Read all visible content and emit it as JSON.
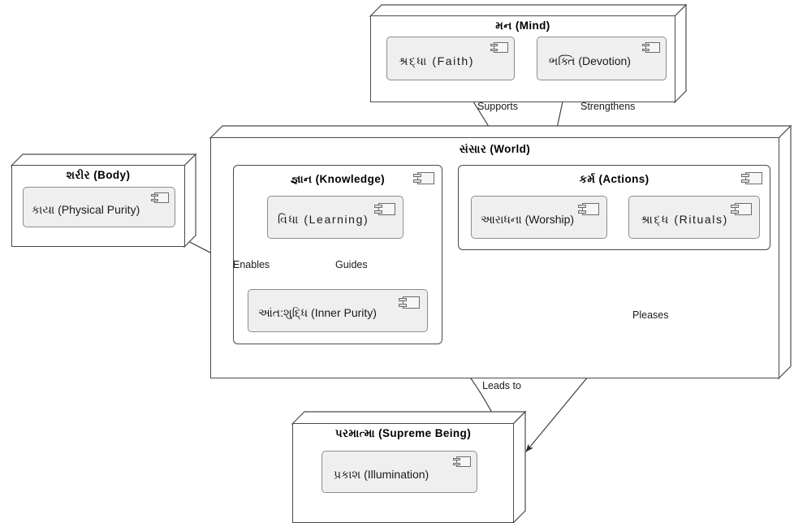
{
  "diagram": {
    "type": "uml-component-diagram",
    "title": "Gujarati spiritual concepts component diagram",
    "colors": {
      "background": "#ffffff",
      "package_border": "#4a4a4a",
      "component_fill": "#efefef",
      "component_border": "#8d8d8d",
      "text": "#1a1a1a",
      "edge": "#3a3a3a"
    }
  },
  "packages": {
    "mind": {
      "title": "મન (Mind)",
      "components": [
        {
          "label": "શ્રદ્ધા (Faith)",
          "icon": "component-icon"
        },
        {
          "label": "ભક્તિ (Devotion)",
          "icon": "component-icon"
        }
      ]
    },
    "body": {
      "title": "શરીર (Body)",
      "components": [
        {
          "label": "કાયા (Physical Purity)",
          "icon": "component-icon"
        }
      ]
    },
    "world": {
      "title": "સંસાર (World)",
      "subpackages": {
        "knowledge": {
          "title": "જ્ઞાન (Knowledge)",
          "icon": "component-icon",
          "components": [
            {
              "label": "વિધા (Learning)",
              "icon": "component-icon"
            },
            {
              "label": "આંત:શુદ્ધિ (Inner Purity)",
              "icon": "component-icon"
            }
          ]
        },
        "actions": {
          "title": "કર્મ (Actions)",
          "icon": "component-icon",
          "components": [
            {
              "label": "આરાધના (Worship)",
              "icon": "component-icon"
            },
            {
              "label": "શ્રાદ્ધ (Rituals)",
              "icon": "component-icon"
            }
          ]
        }
      }
    },
    "supreme": {
      "title": "પરમાત્મા (Supreme Being)",
      "components": [
        {
          "label": "પ્રકાશ (Illumination)",
          "icon": "component-icon"
        }
      ]
    }
  },
  "edges": [
    {
      "id": "supports",
      "label": "Supports",
      "from": "શ્રદ્ધા (Faith)",
      "to": "આરાધના (Worship)"
    },
    {
      "id": "strengthens",
      "label": "Strengthens",
      "from": "ભક્તિ (Devotion)",
      "to": "આરાધના (Worship)"
    },
    {
      "id": "enables",
      "label": "Enables",
      "from": "કાયા (Physical Purity)",
      "to": "આંત:શુદ્ધિ (Inner Purity)"
    },
    {
      "id": "guides",
      "label": "Guides",
      "from": "વિધા (Learning)",
      "to": "આંત:શુદ્ધિ (Inner Purity)"
    },
    {
      "id": "leads-to",
      "label": "Leads to",
      "from": "આંત:શુદ્ધિ (Inner Purity)",
      "to": "પરમાત્મા (Supreme Being)"
    },
    {
      "id": "pleases",
      "label": "Pleases",
      "from": "શ્રાદ્ધ (Rituals)",
      "to": "પરમાત્મા (Supreme Being)"
    }
  ]
}
